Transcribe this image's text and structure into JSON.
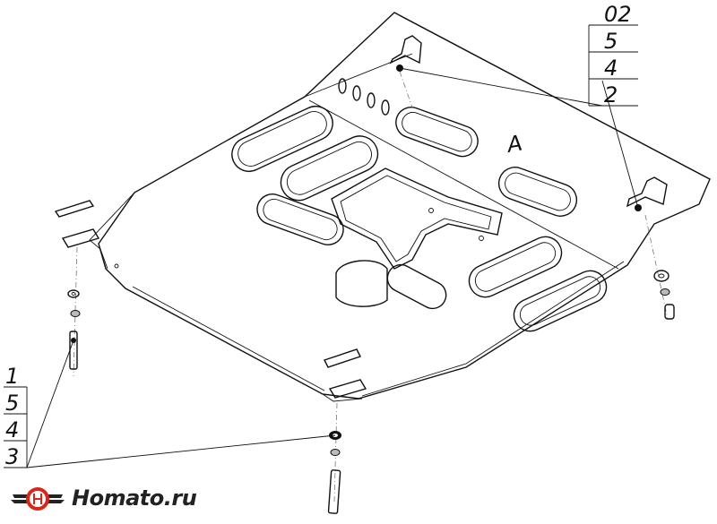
{
  "callout_top_right": [
    "02",
    "5",
    "4",
    "2"
  ],
  "callout_bottom_left": [
    "1",
    "5",
    "4",
    "3"
  ],
  "plate_mark": "A",
  "logo": {
    "text": "Homato.ru",
    "brand_color": "#d9261c",
    "dark_color": "#222222"
  }
}
